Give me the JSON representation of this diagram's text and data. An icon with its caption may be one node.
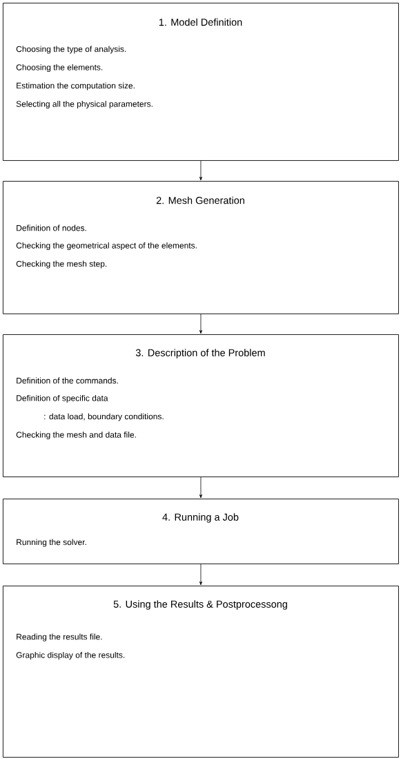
{
  "diagram": {
    "nodes": [
      {
        "text": [
          "1. Model Definition",
          "Choosing the type of analysis.",
          "Choosing the elements.",
          "Estimation the computation size.",
          "Selecting all the physical parameters."
        ]
      },
      {
        "text": [
          "2. Mesh Generation",
          "Definition of nodes.",
          "Checking the geometrical aspect of the elements.",
          "Checking the mesh step."
        ]
      },
      {
        "text": [
          "3. Description of the Problem",
          "Definition of the commands.",
          "Definition of specific data",
          ": data load, boundary conditions.",
          "Checking the mesh and data file."
        ]
      },
      {
        "text": [
          "4. Running a Job",
          "Running the solver."
        ]
      },
      {
        "text": [
          "5. Using the Results & Postprocessong",
          "Reading the results file.",
          "Graphic display of the results."
        ]
      }
    ],
    "edges": [
      {
        "from": 0,
        "to": 1,
        "arrow": "to"
      },
      {
        "from": 1,
        "to": 2,
        "arrow": "to"
      },
      {
        "from": 2,
        "to": 3,
        "arrow": "to"
      },
      {
        "from": 3,
        "to": 4,
        "arrow": "to"
      }
    ]
  }
}
